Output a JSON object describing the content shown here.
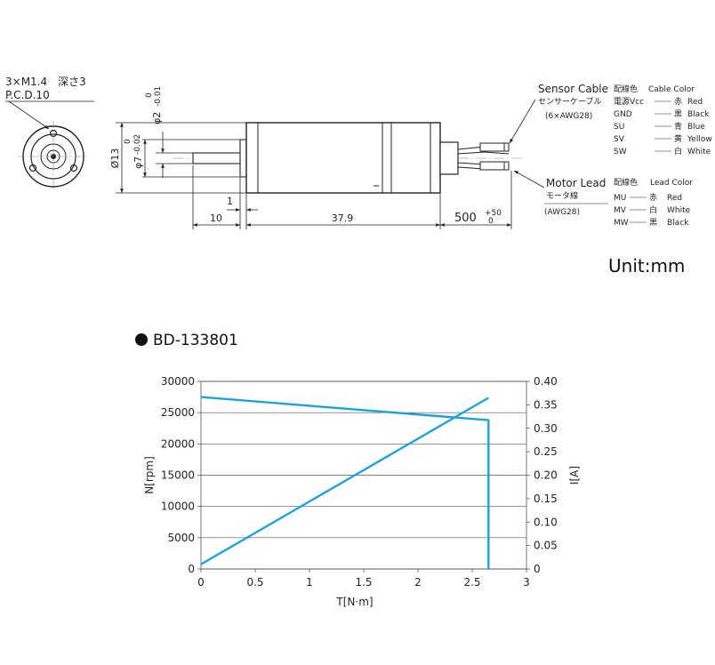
{
  "drawing": {
    "hole_note_1": "3×M1.4　深さ3",
    "hole_note_2": "P.C.D.10",
    "shaft_dia_label": "φ2",
    "shaft_dia_tol_upper": "0",
    "shaft_dia_tol_lower": "-0.01",
    "pilot_dia_label": "φ7",
    "pilot_dia_tol_upper": "0",
    "pilot_dia_tol_lower": "-0.02",
    "body_dia_label": "Ø13",
    "dim_1": "1",
    "dim_10": "10",
    "dim_body_length": "37.9",
    "dim_lead_length": "500",
    "dim_lead_tol_upper": "+50",
    "dim_lead_tol_lower": "0"
  },
  "sensor_cable": {
    "title": "Sensor Cable",
    "title_jp": "センサーケーブル",
    "spec": "(6×AWG28)",
    "header_jp": "配線色",
    "header_en": "Cable Color",
    "rows": [
      {
        "name": "電源Vcc",
        "jp": "赤",
        "color": "Red"
      },
      {
        "name": "GND",
        "jp": "黒",
        "color": "Black"
      },
      {
        "name": "SU",
        "jp": "青",
        "color": "Blue"
      },
      {
        "name": "SV",
        "jp": "黄",
        "color": "Yellow"
      },
      {
        "name": "SW",
        "jp": "白",
        "color": "White"
      }
    ]
  },
  "motor_lead": {
    "title": "Motor Lead",
    "title_jp": "モータ線",
    "spec": "(AWG28)",
    "header_jp": "配線色",
    "header_en": "Lead Color",
    "rows": [
      {
        "name": "MU",
        "jp": "赤",
        "color": "Red"
      },
      {
        "name": "MV",
        "jp": "白",
        "color": "White"
      },
      {
        "name": "MW",
        "jp": "黒",
        "color": "Black"
      }
    ]
  },
  "unit_text": "Unit:mm",
  "chart_title": "BD-133801",
  "chart_data": {
    "type": "line",
    "title": "BD-133801",
    "xlabel": "T[N·m]",
    "ylabel_left": "N[rpm]",
    "ylabel_right": "I[A]",
    "xlim": [
      0,
      3
    ],
    "ylim_left": [
      0,
      30000
    ],
    "ylim_right": [
      0,
      0.4
    ],
    "x_ticks": [
      "0",
      "0.5",
      "1",
      "1.5",
      "2",
      "2.5",
      "3"
    ],
    "y_left_ticks": [
      "0",
      "5000",
      "10000",
      "15000",
      "20000",
      "25000",
      "30000"
    ],
    "y_right_ticks": [
      "0",
      "0.05",
      "0.10",
      "0.15",
      "0.20",
      "0.25",
      "0.30",
      "0.35",
      "0.40"
    ],
    "grid": true,
    "series": [
      {
        "axis": "left",
        "x": [
          0,
          2.65,
          2.65
        ],
        "y": [
          27500,
          23800,
          0
        ]
      },
      {
        "axis": "right",
        "x": [
          0,
          2.65
        ],
        "y": [
          0.01,
          0.365
        ]
      }
    ],
    "line_color": "#1aa3dc"
  }
}
